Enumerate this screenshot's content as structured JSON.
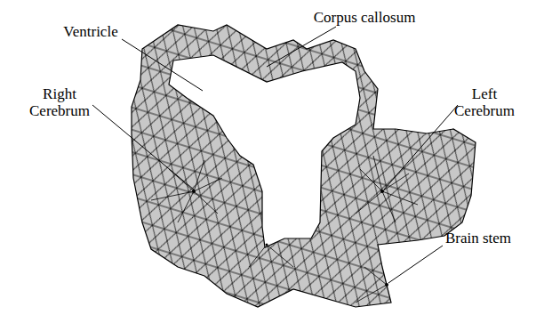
{
  "diagram": {
    "labels": [
      "Ventricle",
      "Corpus callosum",
      "Right Cerebrum",
      "Left Cerebrum",
      "Brain stem"
    ]
  }
}
